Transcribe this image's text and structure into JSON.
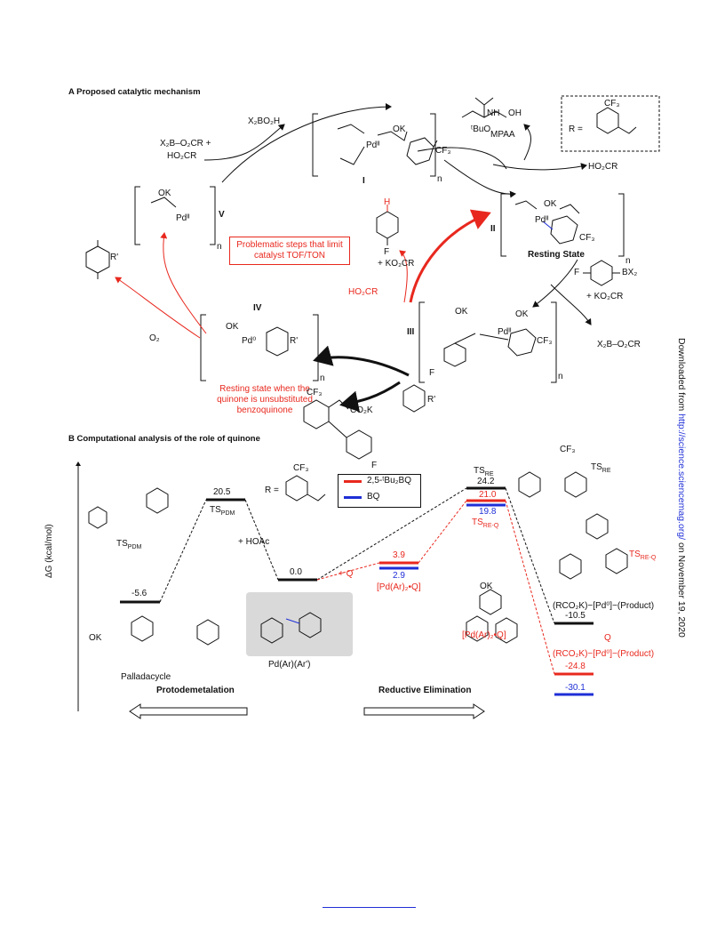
{
  "panelA": {
    "title": "A Proposed catalytic mechanism",
    "r_def": "R =",
    "mpaa": "MPAA",
    "mpaa_tbu": "ᵗBuO",
    "mpaa_nh": "NH",
    "mpaa_oh": "OH",
    "reagent_left": "X₂B–O₂CR +",
    "reagent_left2": "HO₂CR",
    "byproduct_top": "X₂BO₂H",
    "ho2cr_right": "HO₂CR",
    "label_I": "I",
    "label_II": "II",
    "label_III": "III",
    "label_IV": "IV",
    "label_V": "V",
    "resting_state": "Resting State",
    "problem_box": "Problematic steps that limit catalyst TOF/TON",
    "boronic": "F",
    "boronic_bx2": "BX₂",
    "koc2r_1": "+ KO₂CR",
    "koc2r_2": "+ KO₂CR",
    "x2b_o2cr": "X₂B–O₂CR",
    "ho2cr_red": "HO₂CR",
    "o2": "O₂",
    "h_red": "H",
    "f_label": "F",
    "resting_q": "Resting state when the quinone is unsubstituted benzoquinone",
    "co2k": "CO₂K",
    "cf3": "CF₃",
    "ok": "OK",
    "pd2": "Pdᴵᴵ",
    "pd0": "Pd⁰",
    "n": "n",
    "rprime": "R'"
  },
  "panelB": {
    "title": "B Computational analysis of the role of quinone",
    "yaxis": "ΔG (kcal/mol)",
    "ts_pdm": "TSPDM",
    "ts_re": "TSRE",
    "ts_re_q": "TSRE-Q",
    "hoac": "+ HOAc",
    "plus_q": "+ Q",
    "pd_ar_ar": "Pd(Ar)(Ar')",
    "pd_ar2_q": "[Pd(Ar)₂•Q]",
    "pd_ar2_q2": "[Pd(Ar)₂•Q]",
    "palladacycle": "Palladacycle",
    "product_black": "(RCO₂K)−[Pd⁰]−(Product)",
    "product_red": "(RCO₂K)−[Pd⁰]−(Product)",
    "product_red_q": "Q",
    "protodemetalation": "Protodemetalation",
    "reductive_elim": "Reductive Elimination",
    "legend": [
      {
        "label": "2,5-ᵗBu₂BQ",
        "color": "#e8281e"
      },
      {
        "label": "BQ",
        "color": "#1f2fd6"
      }
    ],
    "levels": {
      "palladacycle": "-5.6",
      "ts_pdm": "20.5",
      "pdarar": "0.0",
      "q_red": "3.9",
      "q_blue": "2.9",
      "ts_re": "24.2",
      "ts_re_q_red": "21.0",
      "ts_re_q_blue": "19.8",
      "prod_black": "-10.5",
      "prod_red": "-24.8",
      "prod_blue": "-30.1"
    }
  },
  "side_note": {
    "prefix": "Downloaded from ",
    "link": "http://science.sciencemag.org/",
    "suffix": " on November 19, 2020"
  },
  "colors": {
    "red": "#e8281e",
    "blue": "#1f2fd6",
    "black": "#111111"
  }
}
